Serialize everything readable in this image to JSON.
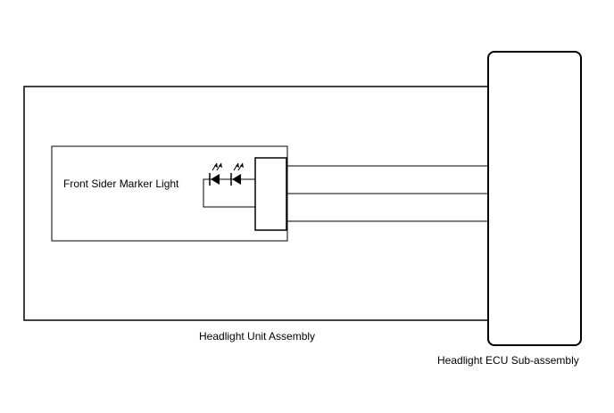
{
  "diagram": {
    "labels": {
      "marker_light": "Front Sider Marker Light",
      "headlight_unit": "Headlight Unit Assembly",
      "ecu": "Headlight ECU Sub-assembly"
    }
  }
}
